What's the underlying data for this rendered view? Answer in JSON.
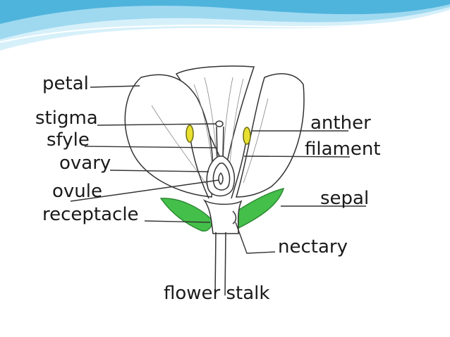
{
  "diagram": {
    "labels": {
      "petal": "petal",
      "stigma": "stigma",
      "style": "sfyle",
      "ovary": "ovary",
      "ovule": "ovule",
      "receptacle": "receptacle",
      "anther": "anther",
      "filament": "filament",
      "sepal": "sepal",
      "nectary": "nectary",
      "flower_stalk": "flower stalk"
    },
    "colors": {
      "sepal": "#44c04a",
      "anther": "#e8e030",
      "outline": "#333333",
      "banner_light": "#d6f0fa",
      "banner_mid": "#9fd9f0",
      "banner_dark": "#4fb4dc"
    }
  }
}
